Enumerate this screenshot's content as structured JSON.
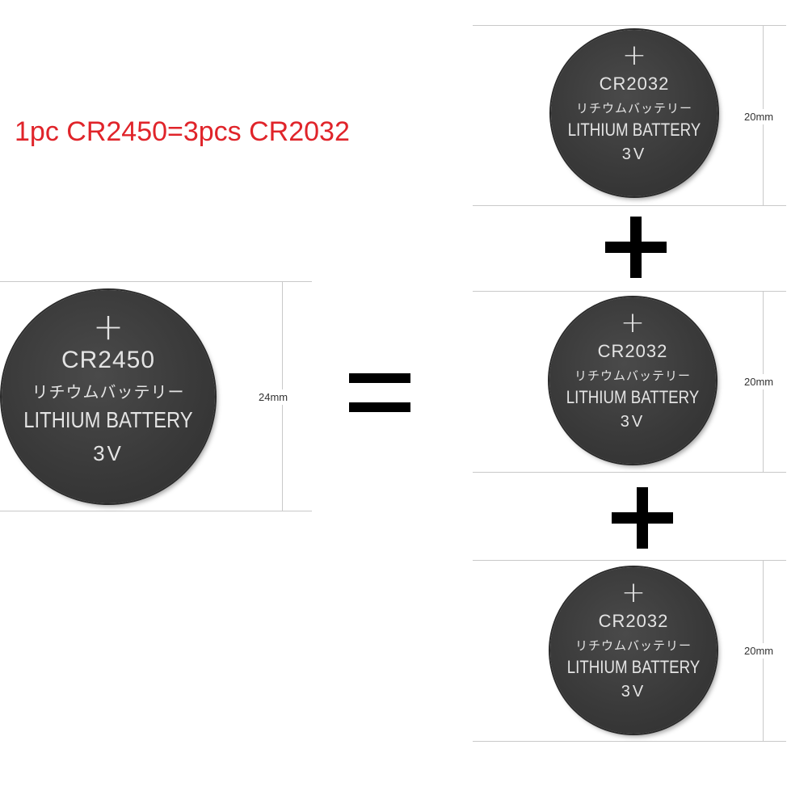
{
  "headline": {
    "text": "1pc CR2450=3pcs CR2032",
    "color": "#e0242a"
  },
  "equals_symbol": "=",
  "plus_symbol": "+",
  "big_battery": {
    "polarity": "+",
    "model": "CR2450",
    "japanese": "リチウムバッテリー",
    "type": "LITHIUM BATTERY",
    "voltage": "3V",
    "size_label": "24mm"
  },
  "small_batteries": [
    {
      "polarity": "+",
      "model": "CR2032",
      "japanese": "リチウムバッテリー",
      "type": "LITHIUM BATTERY",
      "voltage": "3V",
      "size_label": "20mm"
    },
    {
      "polarity": "+",
      "model": "CR2032",
      "japanese": "リチウムバッテリー",
      "type": "LITHIUM BATTERY",
      "voltage": "3V",
      "size_label": "20mm"
    },
    {
      "polarity": "+",
      "model": "CR2032",
      "japanese": "リチウムバッテリー",
      "type": "LITHIUM BATTERY",
      "voltage": "3V",
      "size_label": "20mm"
    }
  ]
}
